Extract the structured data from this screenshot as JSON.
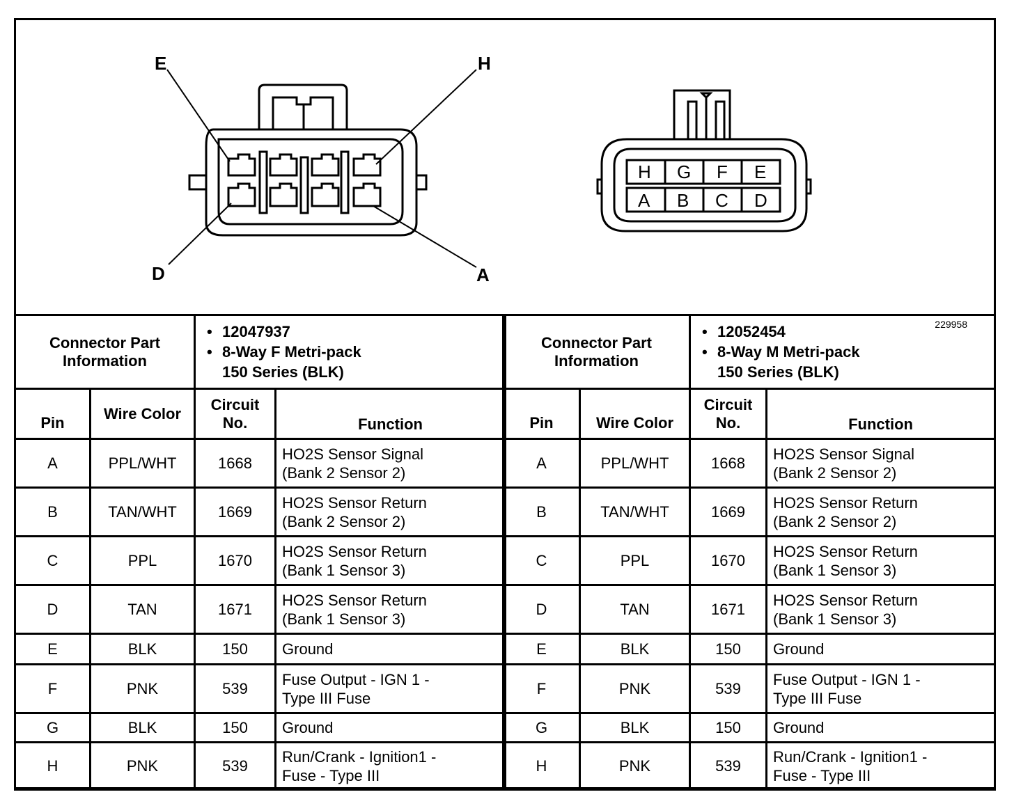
{
  "figure_number": "229958",
  "left_connector": {
    "callouts": {
      "top_left": "E",
      "top_right": "H",
      "bottom_left": "D",
      "bottom_right": "A"
    },
    "info_label": "Connector Part Information",
    "part_number": "12047937",
    "description_line1": "8-Way F Metri-pack",
    "description_line2": "150 Series (BLK)"
  },
  "right_connector": {
    "cavities_top": [
      "H",
      "G",
      "F",
      "E"
    ],
    "cavities_bottom": [
      "A",
      "B",
      "C",
      "D"
    ],
    "info_label": "Connector Part Information",
    "part_number": "12052454",
    "description_line1": "8-Way M Metri-pack",
    "description_line2": "150 Series (BLK)"
  },
  "columns_left": {
    "pin": "Pin",
    "wire_color": "Wire Color",
    "circuit": "Circuit No.",
    "function": "Function"
  },
  "columns_right": {
    "pin": "Pin",
    "wire_color": "Wire Color",
    "circuit": "Circuit No.",
    "function": "Function"
  },
  "rows": [
    {
      "pin": "A",
      "wire": "PPL/WHT",
      "circuit": "1668",
      "fn1": "HO2S Sensor Signal",
      "fn2": "(Bank 2 Sensor 2)"
    },
    {
      "pin": "B",
      "wire": "TAN/WHT",
      "circuit": "1669",
      "fn1": "HO2S Sensor Return",
      "fn2": "(Bank 2 Sensor 2)"
    },
    {
      "pin": "C",
      "wire": "PPL",
      "circuit": "1670",
      "fn1": "HO2S Sensor Return",
      "fn2": "(Bank 1 Sensor 3)"
    },
    {
      "pin": "D",
      "wire": "TAN",
      "circuit": "1671",
      "fn1": "HO2S Sensor Return",
      "fn2": "(Bank 1 Sensor 3)"
    },
    {
      "pin": "E",
      "wire": "BLK",
      "circuit": "150",
      "fn1": "Ground",
      "fn2": ""
    },
    {
      "pin": "F",
      "wire": "PNK",
      "circuit": "539",
      "fn1": "Fuse Output - IGN 1 -",
      "fn2": "Type III Fuse"
    },
    {
      "pin": "G",
      "wire": "BLK",
      "circuit": "150",
      "fn1": "Ground",
      "fn2": ""
    },
    {
      "pin": "H",
      "wire": "PNK",
      "circuit": "539",
      "fn1": "Run/Crank - Ignition1 -",
      "fn2": "Fuse - Type III"
    }
  ]
}
